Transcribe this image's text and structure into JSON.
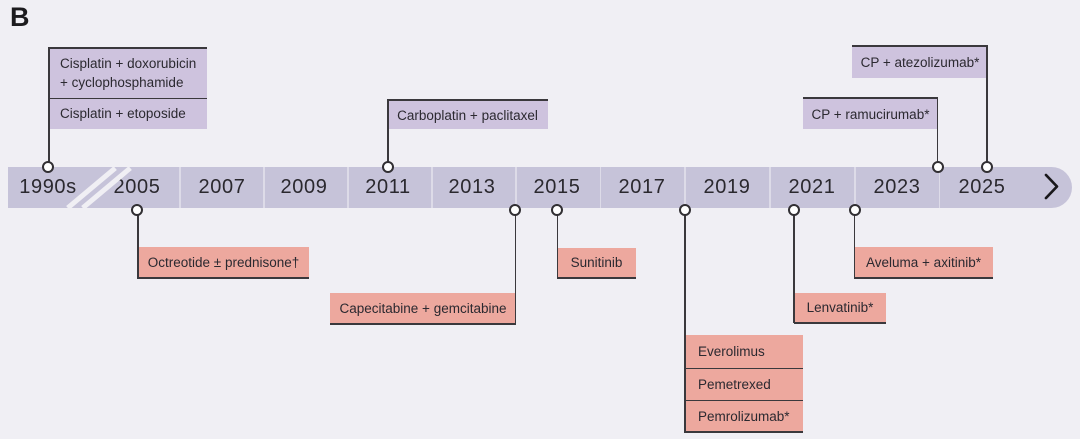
{
  "panel_label": "B",
  "colors": {
    "background": "#f0eff4",
    "timeline_bar": "#c6c3d9",
    "event_box_above": "#cec3de",
    "event_box_below": "#eda89e",
    "line": "#3a383c"
  },
  "timeline": {
    "years": [
      "1990s",
      "2005",
      "2007",
      "2009",
      "2011",
      "2013",
      "2015",
      "2017",
      "2019",
      "2021",
      "2023",
      "2025"
    ],
    "has_break_after_first_label": true,
    "continuation_arrow": "chevron-right"
  },
  "events_above": [
    {
      "rows": [
        "Cisplatin + doxorubicin\n+ cyclophosphamide",
        "Cisplatin + etoposide"
      ],
      "attach": "1990s"
    },
    {
      "rows": [
        "Carboplatin + paclitaxel"
      ],
      "attach": "2011"
    },
    {
      "rows": [
        "CP + ramucirumab*"
      ],
      "attach": "2024"
    },
    {
      "rows": [
        "CP + atezolizumab*"
      ],
      "attach": "2025"
    }
  ],
  "events_below": [
    {
      "rows": [
        "Octreotide ± prednisone†"
      ],
      "attach": "2005"
    },
    {
      "rows": [
        "Capecitabine + gemcitabine"
      ],
      "attach": "2014"
    },
    {
      "rows": [
        "Sunitinib"
      ],
      "attach": "2015"
    },
    {
      "rows": [
        "Everolimus",
        "Pemetrexed",
        "Pemrolizumab*"
      ],
      "attach": "2018"
    },
    {
      "rows": [
        "Lenvatinib*"
      ],
      "attach": "2021"
    },
    {
      "rows": [
        "Aveluma + axitinib*"
      ],
      "attach": "2022"
    }
  ]
}
